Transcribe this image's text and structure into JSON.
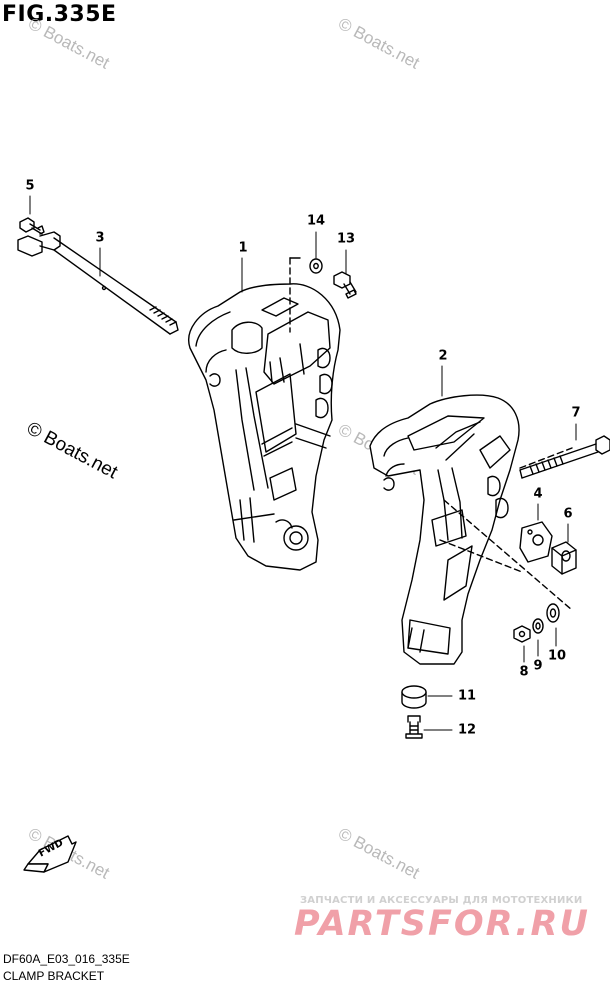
{
  "figure": {
    "title": "FIG.335E",
    "code": "DF60A_E03_016_335E",
    "caption": "CLAMP BRACKET"
  },
  "fwd_label": "FWD",
  "watermarks": {
    "main": "© Boats.net",
    "faint": "© Boats.net"
  },
  "branding": {
    "tagline": "ЗАПЧАСТИ И АКСЕССУАРЫ ДЛЯ МОТОТЕХНИКИ",
    "logo": "PARTSFOR.RU"
  },
  "callouts": [
    {
      "id": "1",
      "label": "1"
    },
    {
      "id": "2",
      "label": "2"
    },
    {
      "id": "3",
      "label": "3"
    },
    {
      "id": "4",
      "label": "4"
    },
    {
      "id": "5",
      "label": "5"
    },
    {
      "id": "6",
      "label": "6"
    },
    {
      "id": "7",
      "label": "7"
    },
    {
      "id": "8",
      "label": "8"
    },
    {
      "id": "9",
      "label": "9"
    },
    {
      "id": "10",
      "label": "10"
    },
    {
      "id": "11",
      "label": "11"
    },
    {
      "id": "12",
      "label": "12"
    },
    {
      "id": "13",
      "label": "13"
    },
    {
      "id": "14",
      "label": "14"
    }
  ],
  "colors": {
    "line": "#000000",
    "watermark": "#b9b9b9",
    "brand": "#f0a0a8"
  }
}
